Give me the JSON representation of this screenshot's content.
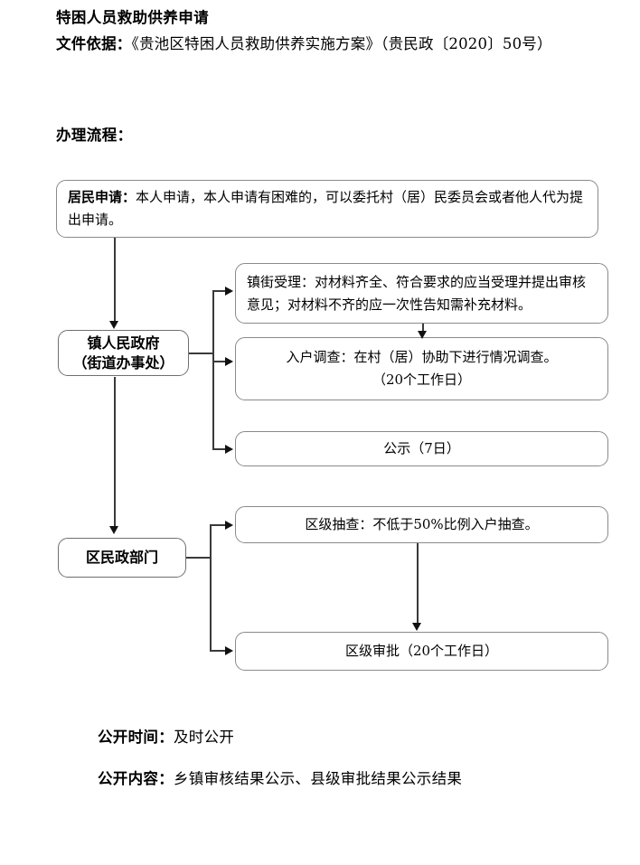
{
  "document": {
    "title": "特困人员救助供养申请",
    "basis": {
      "label": "文件依据：",
      "value": "《贵池区特困人员救助供养实施方案》（贵民政〔2020〕50号）"
    },
    "flow_heading": "办理流程："
  },
  "flow": {
    "resident_apply": {
      "label": "居民申请：",
      "text": "本人申请，本人申请有困难的，可以委托村（居）民委员会或者他人代为提出申请。"
    },
    "township_actor": {
      "line1": "镇人民政府",
      "line2": "（街道办事处）"
    },
    "township_accept": {
      "text": "镇街受理：对材料齐全、符合要求的应当受理并提出审核意见；对材料不齐的应一次性告知需补充材料。"
    },
    "household_survey": {
      "line1": "入户调查：在村（居）协助下进行情况调查。",
      "line2": "（20个工作日）"
    },
    "publicity": {
      "text": "公示（7日）"
    },
    "civil_affairs_actor": {
      "text": "区民政部门"
    },
    "district_spot_check": {
      "text": "区级抽查：不低于50%比例入户抽查。"
    },
    "district_approval": {
      "text": "区级审批（20个工作日）"
    }
  },
  "footer": {
    "disclosure_time": {
      "label": "公开时间：",
      "value": "及时公开"
    },
    "disclosure_content": {
      "label": "公开内容：",
      "value": "乡镇审核结果公示、县级审批结果公示结果"
    }
  },
  "style": {
    "box_border_color": "#8a8a8a",
    "connector_color": "#3a3a3a",
    "text_color": "#000000",
    "background": "#ffffff"
  }
}
